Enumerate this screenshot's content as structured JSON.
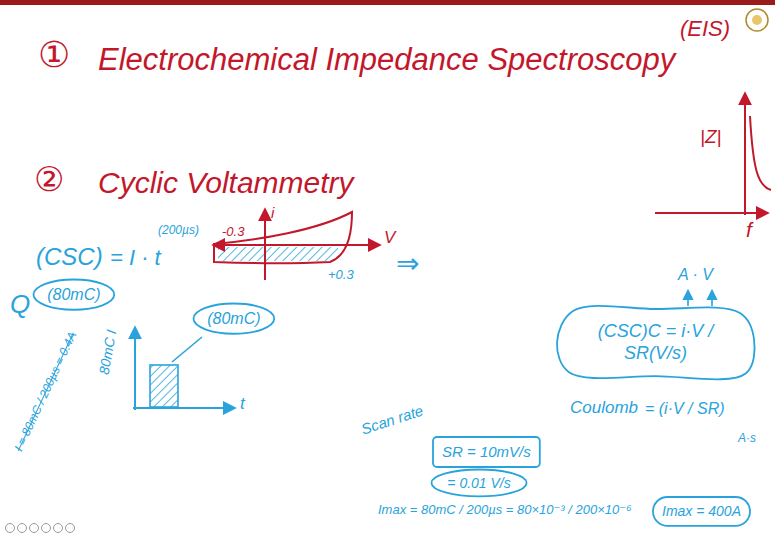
{
  "diagram": {
    "nodes": [
      {
        "text": [
          "(80mC)"
        ]
      },
      {
        "text": [
          "(80mC)"
        ]
      },
      {
        "text": [
          "SR = 10mV/s"
        ]
      },
      {
        "text": [
          "= 0.01 V/s"
        ]
      },
      {
        "text": [
          "(CSC)C = i·V / SR(V/s)"
        ]
      },
      {
        "text": [
          "Imax = 400A"
        ]
      }
    ],
    "labels": [
      "①",
      "Electrochemical Impedance Spectroscopy",
      "(EIS)",
      "|Z|",
      "f",
      "②",
      "Cyclic Voltammetry",
      "i",
      "V",
      "-0.3",
      "+0.3",
      "⇒",
      "Q",
      "(CSC)",
      "= I · t",
      "(200µs)",
      "80mC I",
      "I = 80mC / 200µs = 0.4A",
      "t",
      "Scan rate",
      "A · V",
      "Coulomb",
      "= (i·V / SR)",
      "A·s",
      "Imax = 80mC / 200µs = 80×10⁻³ / 200×10⁻⁶"
    ]
  }
}
